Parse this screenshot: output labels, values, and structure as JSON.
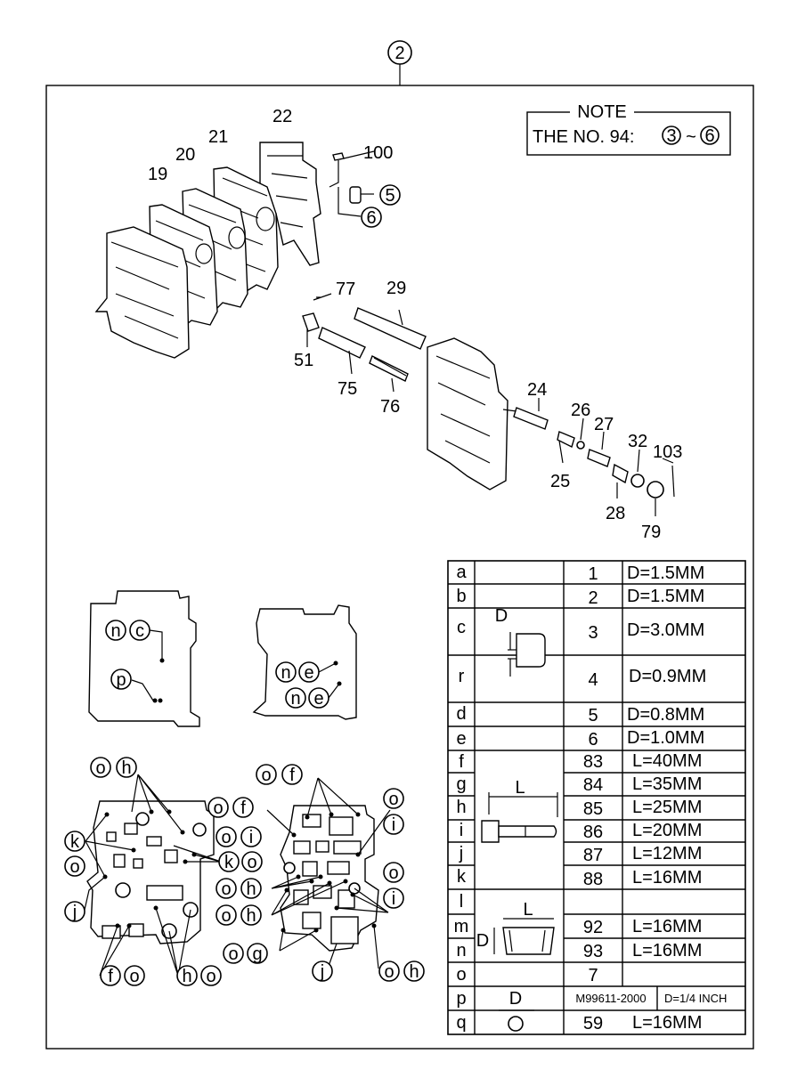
{
  "assembly_number": "2",
  "note": {
    "title": "NOTE",
    "text_prefix": "THE NO. 94:",
    "range_from": "3",
    "range_sep": "~",
    "range_to": "6"
  },
  "part_labels": [
    "22",
    "21",
    "20",
    "19",
    "100",
    "5",
    "6",
    "77",
    "29",
    "51",
    "75",
    "76",
    "24",
    "26",
    "27",
    "32",
    "103",
    "25",
    "28",
    "79"
  ],
  "table": {
    "rows": [
      {
        "letter": "a",
        "num": "1",
        "spec": "D=1.5MM"
      },
      {
        "letter": "b",
        "num": "2",
        "spec": "D=1.5MM"
      },
      {
        "letter": "c",
        "num": "3",
        "spec": "D=3.0MM"
      },
      {
        "letter": "r",
        "num": "4",
        "spec": "D=0.9MM"
      },
      {
        "letter": "d",
        "num": "5",
        "spec": "D=0.8MM"
      },
      {
        "letter": "e",
        "num": "6",
        "spec": "D=1.0MM"
      },
      {
        "letter": "f",
        "num": "83",
        "spec": "L=40MM"
      },
      {
        "letter": "g",
        "num": "84",
        "spec": "L=35MM"
      },
      {
        "letter": "h",
        "num": "85",
        "spec": "L=25MM"
      },
      {
        "letter": "i",
        "num": "86",
        "spec": "L=20MM"
      },
      {
        "letter": "j",
        "num": "87",
        "spec": "L=12MM"
      },
      {
        "letter": "k",
        "num": "88",
        "spec": "L=16MM"
      },
      {
        "letter": "l",
        "num": "",
        "spec": ""
      },
      {
        "letter": "m",
        "num": "92",
        "spec": "L=16MM"
      },
      {
        "letter": "n",
        "num": "93",
        "spec": "L=16MM"
      },
      {
        "letter": "o",
        "num": "7",
        "spec": ""
      },
      {
        "letter": "p",
        "num": "M99611-2000",
        "spec": "D=1/4 INCH"
      },
      {
        "letter": "q",
        "num": "59",
        "spec": "L=16MM"
      }
    ],
    "dim_labels": {
      "pin_d": "D",
      "bolt_l": "L",
      "spacer_l": "L",
      "spacer_d": "D",
      "ball_d": "D"
    }
  },
  "callouts_plate1": [
    "n",
    "c",
    "p"
  ],
  "callouts_plate2": [
    "n",
    "e",
    "n",
    "e"
  ],
  "callouts_bottom_left": [
    "o",
    "h",
    "k",
    "o",
    "j",
    "f",
    "o",
    "h",
    "o",
    "k",
    "o"
  ],
  "callouts_bottom_right": [
    "o",
    "f",
    "o",
    "f",
    "o",
    "i",
    "o",
    "h",
    "o",
    "h",
    "o",
    "i",
    "o",
    "i",
    "o",
    "g",
    "j",
    "o",
    "h"
  ]
}
